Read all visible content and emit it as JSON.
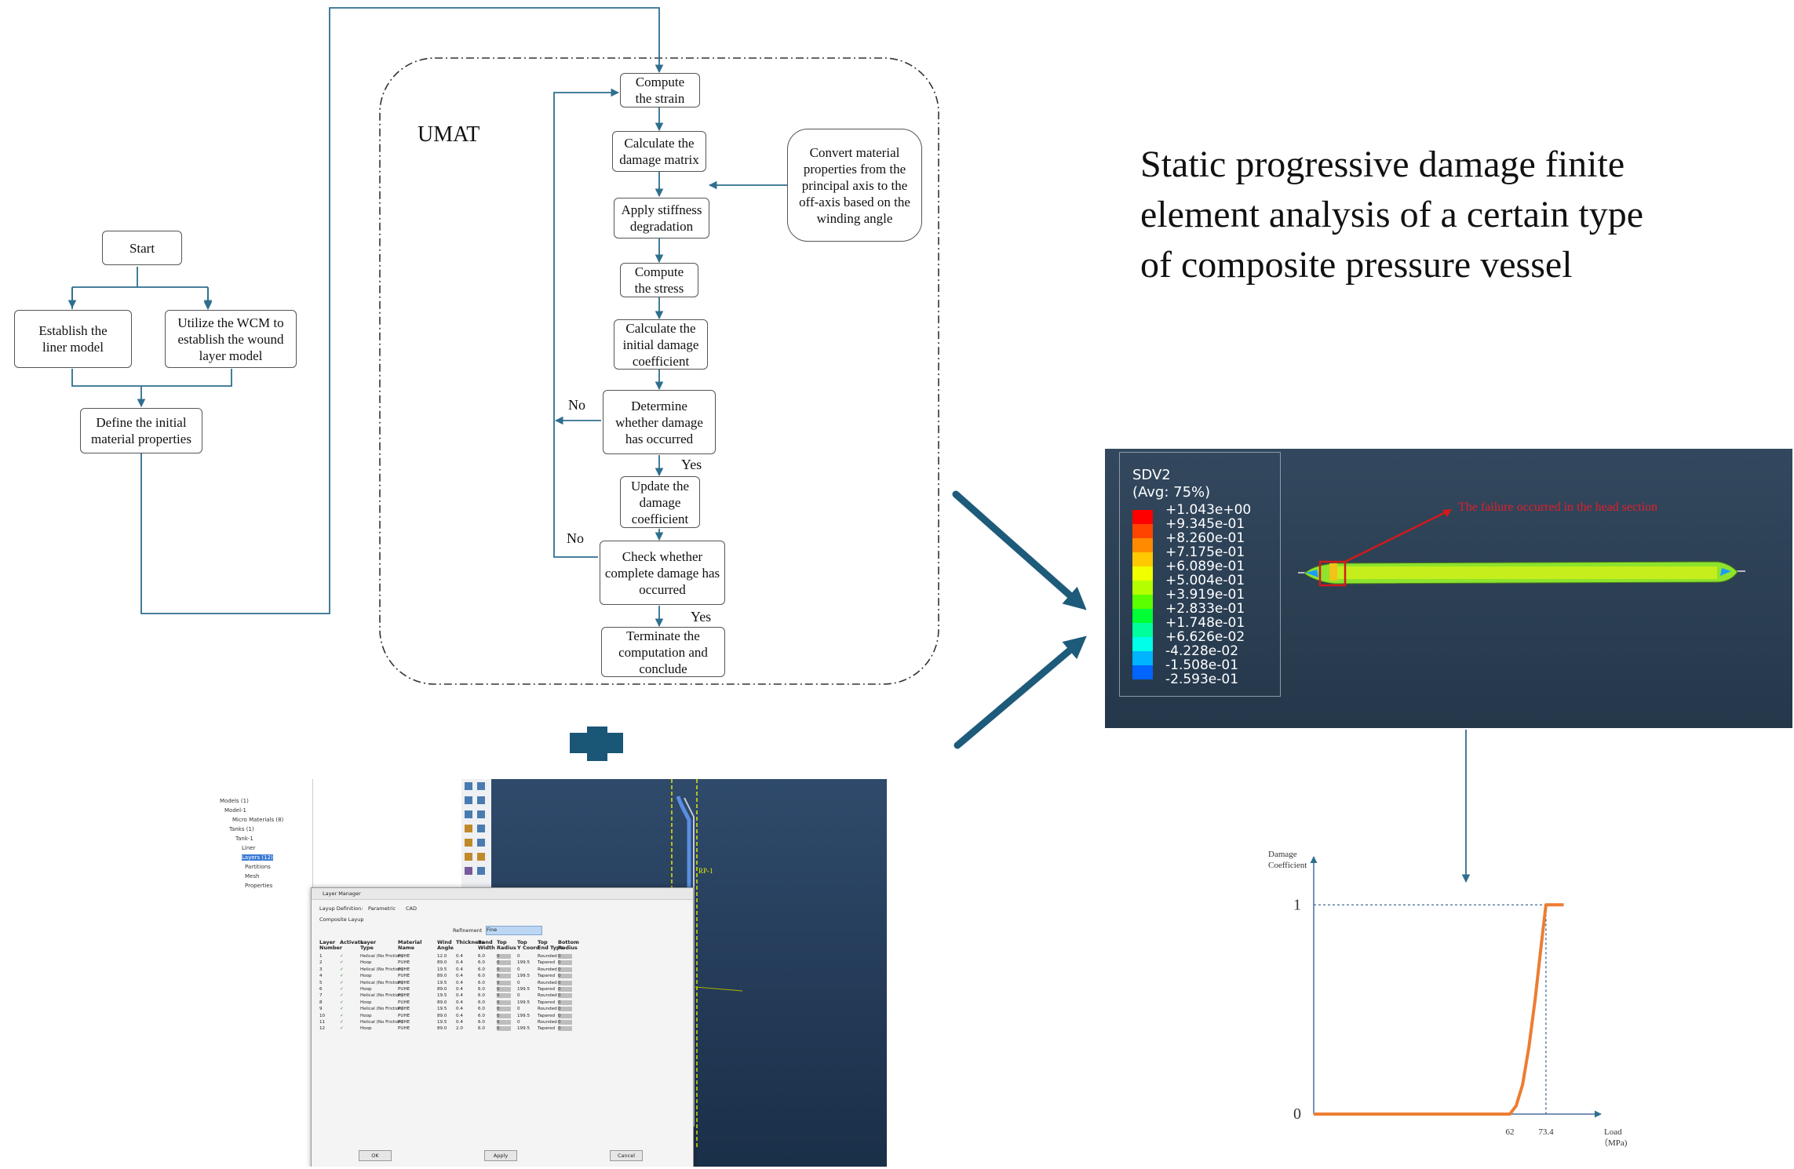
{
  "title": "Static progressive damage finite\nelement analysis of a certain type\nof composite pressure vessel",
  "umat_label": "UMAT",
  "flow": {
    "start": "Start",
    "liner": "Establish the\nliner model",
    "wcm": "Utilize the WCM to\nestablish the wound\nlayer model",
    "define": "Define the initial\nmaterial properties",
    "compute_strain": "Compute\nthe strain",
    "damage_matrix": "Calculate the\ndamage matrix",
    "convert": "Convert material\nproperties from the\nprincipal axis to the\noff-axis based on the\nwinding angle",
    "stiffness": "Apply stiffness\ndegradation",
    "compute_stress": "Compute\nthe stress",
    "initial_damage": "Calculate the\ninitial damage\ncoefficient",
    "determine": "Determine\nwhether damage\nhas occurred",
    "update": "Update the\ndamage\ncoefficient",
    "check": "Check whether\ncomplete damage has\noccurred",
    "terminate": "Terminate the\ncomputation and\nconclude",
    "no1": "No",
    "yes1": "Yes",
    "no2": "No",
    "yes2": "Yes"
  },
  "fea": {
    "legend_title": "SDV2",
    "legend_sub": "(Avg: 75%)",
    "legend_values": [
      "+1.043e+00",
      "+9.345e-01",
      "+8.260e-01",
      "+7.175e-01",
      "+6.089e-01",
      "+5.004e-01",
      "+3.919e-01",
      "+2.833e-01",
      "+1.748e-01",
      "+6.626e-02",
      "-4.228e-02",
      "-1.508e-01",
      "-2.593e-01"
    ],
    "legend_colors": [
      "#ff0000",
      "#ff4400",
      "#ff8a00",
      "#ffc800",
      "#f0ff00",
      "#b4ff00",
      "#5cff00",
      "#00ff34",
      "#00ff9c",
      "#00ffe6",
      "#00b4ff",
      "#0064ff",
      "#0010ff"
    ],
    "failure_note": "The failure occurred in the head section"
  },
  "software": {
    "tree": [
      "Models (1)",
      "Model-1",
      "Micro Materials (8)",
      "Tanks (1)",
      "Tank-1",
      "Liner",
      "Layers (12)",
      "Partitions",
      "Mesh",
      "Properties"
    ],
    "dialog_title": "Layer Manager",
    "layup_definition": "Layup Definition:",
    "opt_parametric": "Parametric",
    "opt_cad": "CAD",
    "section_label": "Composite Layup",
    "refinement_label": "Refinement",
    "refinement_value": "Fine",
    "headers": [
      "Layer\nNumber",
      "Activate",
      "Layer\nType",
      "Material\nName",
      "Wind\nAngle",
      "Thickness",
      "Band\nWidth",
      "Top\nRadius",
      "Top\nY Coord",
      "Top\nEnd Type",
      "Bottom\nRadius"
    ],
    "rows": [
      [
        "1",
        "✓",
        "Helical (No Friction)",
        "PUHE",
        "12.0",
        "0.4",
        "6.0",
        "0",
        "0",
        "Rounded",
        "0"
      ],
      [
        "2",
        "✓",
        "Hoop",
        "PUHE",
        "89.0",
        "0.4",
        "6.0",
        "0",
        "199.5",
        "Tapered",
        "0"
      ],
      [
        "3",
        "✓",
        "Helical (No Friction)",
        "PUHE",
        "19.5",
        "0.4",
        "6.0",
        "0",
        "0",
        "Rounded",
        "0"
      ],
      [
        "4",
        "✓",
        "Hoop",
        "PUHE",
        "89.0",
        "0.4",
        "6.0",
        "0",
        "199.5",
        "Tapered",
        "0"
      ],
      [
        "5",
        "✓",
        "Helical (No Friction)",
        "PUHE",
        "19.5",
        "0.4",
        "6.0",
        "0",
        "0",
        "Rounded",
        "0"
      ],
      [
        "6",
        "✓",
        "Hoop",
        "PUHE",
        "89.0",
        "0.4",
        "6.0",
        "0",
        "199.5",
        "Tapered",
        "0"
      ],
      [
        "7",
        "✓",
        "Helical (No Friction)",
        "PUHE",
        "19.5",
        "0.4",
        "6.0",
        "0",
        "0",
        "Rounded",
        "0"
      ],
      [
        "8",
        "✓",
        "Hoop",
        "PUHE",
        "89.0",
        "0.4",
        "6.0",
        "0",
        "199.5",
        "Tapered",
        "0"
      ],
      [
        "9",
        "✓",
        "Helical (No Friction)",
        "PUHE",
        "19.5",
        "0.4",
        "6.0",
        "0",
        "0",
        "Rounded",
        "0"
      ],
      [
        "10",
        "✓",
        "Hoop",
        "PUHE",
        "89.0",
        "0.4",
        "6.0",
        "0",
        "199.5",
        "Tapered",
        "0"
      ],
      [
        "11",
        "✓",
        "Helical (No Friction)",
        "PUHE",
        "19.5",
        "0.4",
        "6.0",
        "0",
        "0",
        "Rounded",
        "0"
      ],
      [
        "12",
        "✓",
        "Hoop",
        "PUHE",
        "89.0",
        "2.0",
        "6.0",
        "0",
        "199.5",
        "Tapered",
        "0"
      ]
    ],
    "ok": "OK",
    "apply": "Apply",
    "cancel": "Cancel",
    "rp_label": "RP-1"
  },
  "chart_data": {
    "type": "line",
    "ylabel": "Damage\nCoefficient",
    "xlabel": "Load\n（MPa)",
    "x_ticks": [
      62,
      73.4
    ],
    "y_ticks": [
      0,
      1
    ],
    "xlim": [
      0,
      85
    ],
    "ylim": [
      0,
      1.2
    ],
    "series": [
      {
        "points": [
          [
            0,
            0
          ],
          [
            62,
            0
          ],
          [
            64,
            0.04
          ],
          [
            66,
            0.14
          ],
          [
            68,
            0.32
          ],
          [
            70,
            0.55
          ],
          [
            72,
            0.82
          ],
          [
            73.4,
            1
          ],
          [
            79,
            1
          ]
        ],
        "color": "#ed7d31"
      }
    ],
    "reference_lines": {
      "y": 1,
      "x": 73.4
    }
  }
}
